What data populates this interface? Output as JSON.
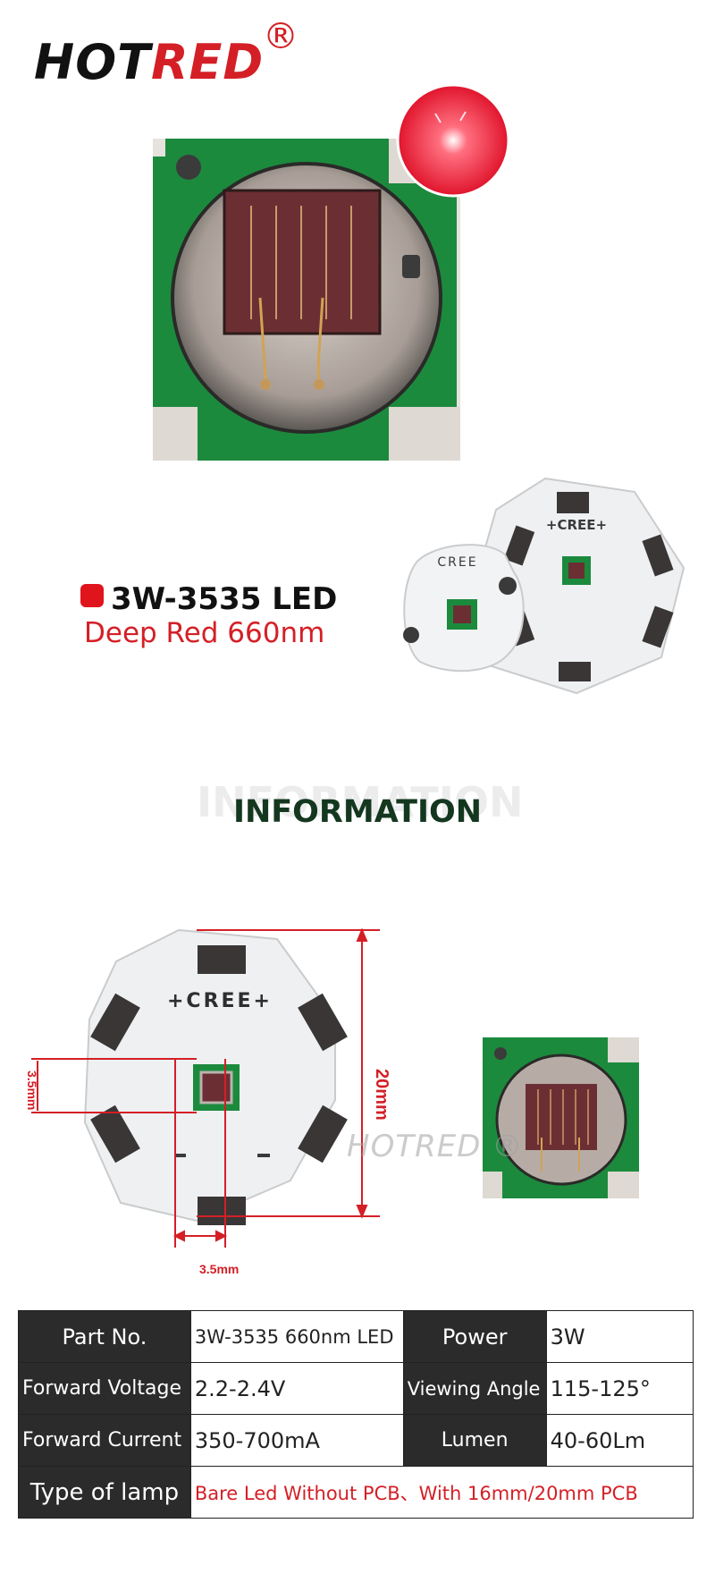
{
  "brand": {
    "logo_text_1": "HOT",
    "logo_text_2": "RED",
    "registered": "®"
  },
  "product": {
    "name": "3W-3535 LED",
    "subtitle": "Deep Red 660nm",
    "board_text_1": "CREE",
    "board_text_2": "+CREE+"
  },
  "information": {
    "heading_shadow": "INFORMATION",
    "heading": "INFORMATION",
    "board_text": "+CREE+",
    "watermark": "HOTRED ®"
  },
  "dimensions": {
    "chip_height": "3.5mm",
    "board_diameter": "20mm",
    "chip_width": "3.5mm"
  },
  "specs": {
    "row1": {
      "label1": "Part No.",
      "value1": "3W-3535 660nm LED",
      "label2": "Power",
      "value2": "3W"
    },
    "row2": {
      "label1": "Forward Voltage",
      "value1": "2.2-2.4V",
      "label2": "Viewing Angle",
      "value2": "115-125°"
    },
    "row3": {
      "label1": "Forward Current",
      "value1": "350-700mA",
      "label2": "Lumen",
      "value2": "40-60Lm"
    },
    "row4": {
      "label1": "Type of lamp",
      "value1": "Bare Led Without PCB、With 16mm/20mm PCB"
    }
  },
  "colors": {
    "accent_red": "#d41f26",
    "heading_green": "#14381f",
    "pcb_green": "#1a8a3c",
    "table_dark": "#2b2b2b"
  }
}
